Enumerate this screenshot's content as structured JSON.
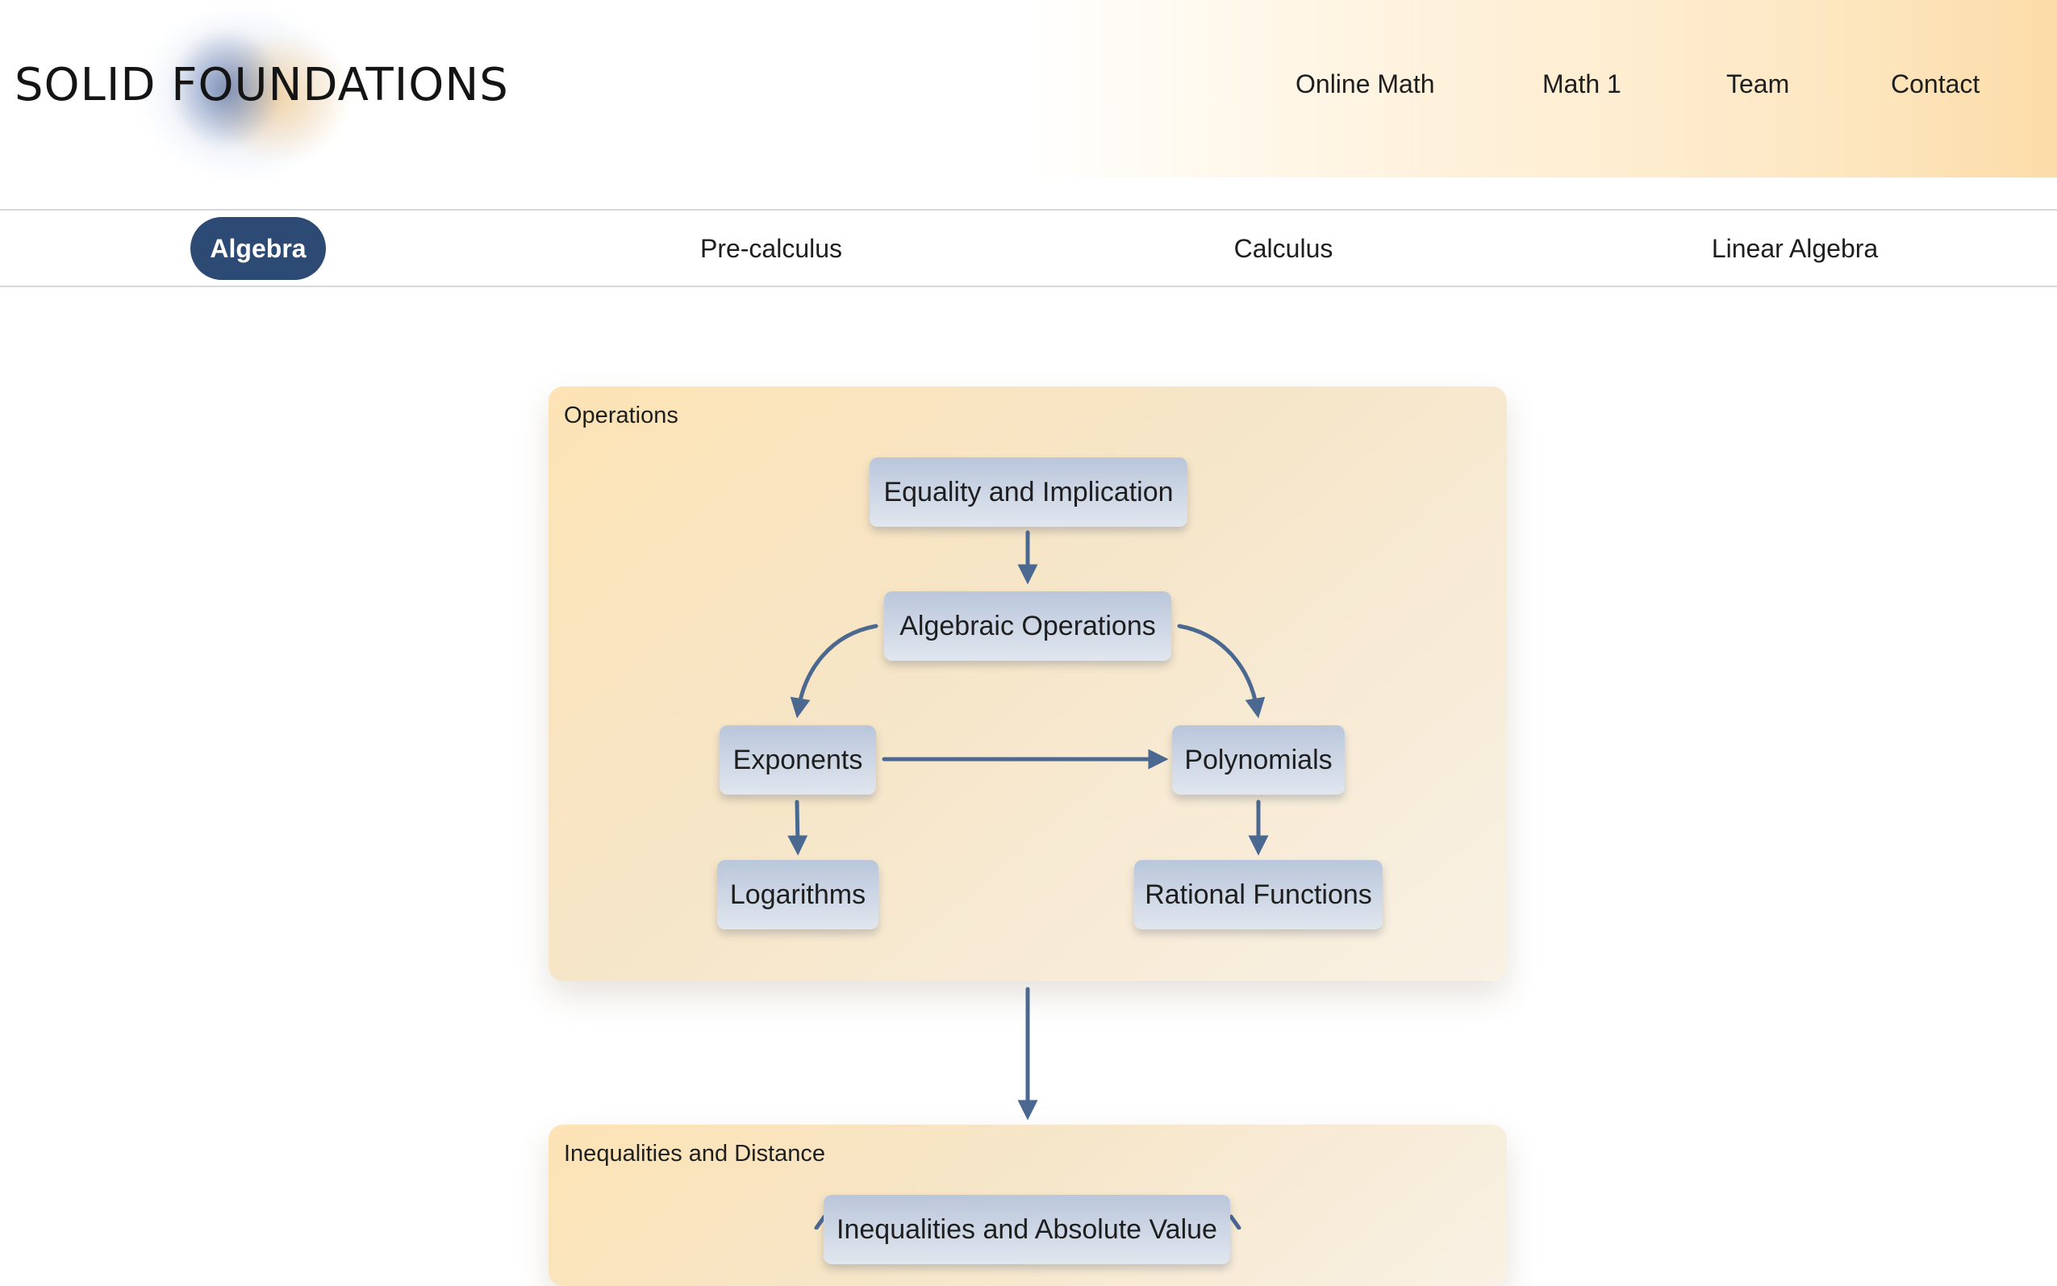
{
  "header": {
    "logo_text": "SOLID FOUNDATIONS",
    "nav": [
      {
        "label": "Online Math"
      },
      {
        "label": "Math 1"
      },
      {
        "label": "Team"
      },
      {
        "label": "Contact"
      }
    ]
  },
  "subnav": {
    "tabs": [
      {
        "label": "Algebra",
        "active": true
      },
      {
        "label": "Pre-calculus",
        "active": false
      },
      {
        "label": "Calculus",
        "active": false
      },
      {
        "label": "Linear Algebra",
        "active": false
      }
    ]
  },
  "colors": {
    "accent": "#2d4a75",
    "arrow": "#4a6890",
    "box_bg": "#f6e5c6",
    "node_bg": "#cfd8e6"
  },
  "operations": {
    "title": "Operations",
    "nodes": {
      "equality": "Equality and Implication",
      "algebraic_ops": "Algebraic Operations",
      "exponents": "Exponents",
      "polynomials": "Polynomials",
      "logarithms": "Logarithms",
      "rational": "Rational Functions"
    }
  },
  "inequalities": {
    "title": "Inequalities and Distance",
    "nodes": {
      "ineq_abs": "Inequalities and Absolute Value"
    }
  }
}
